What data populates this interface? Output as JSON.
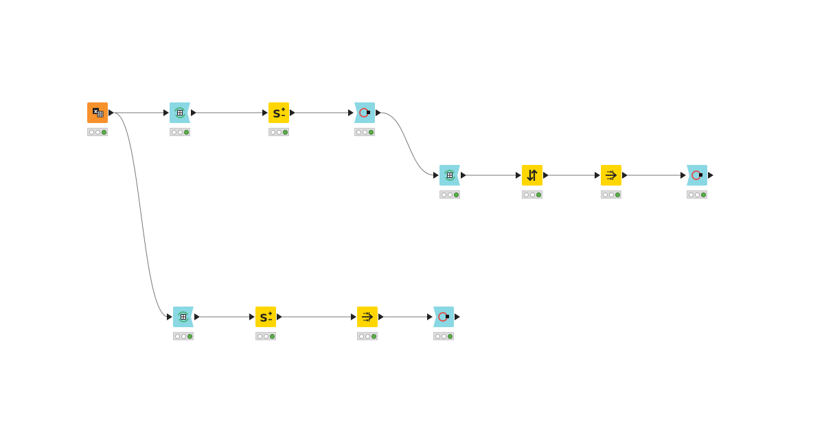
{
  "colors": {
    "source": "#f7912c",
    "loop": "#8ad8e3",
    "manipulator": "#ffd600",
    "wire": "#777777",
    "status_ok": "#5bb04a"
  },
  "nodes": [
    {
      "id": "excel-reader",
      "type": "source",
      "icon": "excel-table-icon",
      "status": "executed"
    },
    {
      "id": "loop-start-1",
      "type": "loop-start",
      "icon": "loop-table-icon",
      "status": "executed"
    },
    {
      "id": "math-1",
      "type": "manipulator",
      "icon": "sum-plus-minus-icon",
      "status": "executed"
    },
    {
      "id": "loop-end-1",
      "type": "loop-end",
      "icon": "loop-end-circle-icon",
      "status": "executed"
    },
    {
      "id": "loop-start-2",
      "type": "loop-start",
      "icon": "loop-table-icon",
      "status": "executed"
    },
    {
      "id": "sorter",
      "type": "manipulator",
      "icon": "sort-arrows-icon",
      "status": "executed"
    },
    {
      "id": "column-filter-1",
      "type": "manipulator",
      "icon": "column-arrows-icon",
      "status": "executed"
    },
    {
      "id": "loop-end-2",
      "type": "loop-end",
      "icon": "loop-end-circle-icon",
      "status": "executed"
    },
    {
      "id": "loop-start-3",
      "type": "loop-start",
      "icon": "loop-table-icon",
      "status": "executed"
    },
    {
      "id": "math-2",
      "type": "manipulator",
      "icon": "sum-plus-minus-icon",
      "status": "executed"
    },
    {
      "id": "column-filter-2",
      "type": "manipulator",
      "icon": "column-arrows-icon",
      "status": "executed"
    },
    {
      "id": "loop-end-3",
      "type": "loop-end",
      "icon": "loop-end-circle-icon",
      "status": "executed"
    }
  ],
  "connections": [
    [
      "excel-reader",
      "loop-start-1"
    ],
    [
      "loop-start-1",
      "math-1"
    ],
    [
      "math-1",
      "loop-end-1"
    ],
    [
      "loop-end-1",
      "loop-start-2"
    ],
    [
      "loop-start-2",
      "sorter"
    ],
    [
      "sorter",
      "column-filter-1"
    ],
    [
      "column-filter-1",
      "loop-end-2"
    ],
    [
      "excel-reader",
      "loop-start-3"
    ],
    [
      "loop-start-3",
      "math-2"
    ],
    [
      "math-2",
      "column-filter-2"
    ],
    [
      "column-filter-2",
      "loop-end-3"
    ]
  ]
}
